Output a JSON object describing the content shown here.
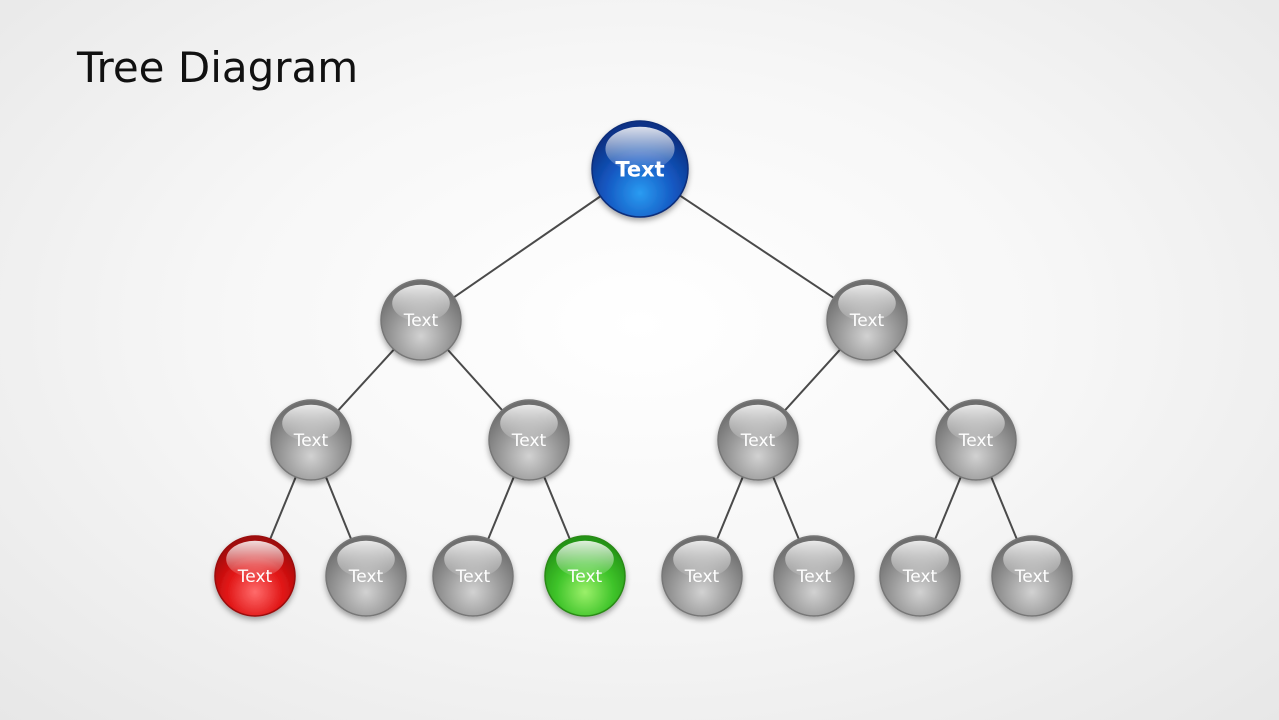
{
  "title": "Tree Diagram",
  "colors": {
    "root": "#1f5fc4",
    "default_node": "#8f8f8f",
    "highlight_red": "#e01414",
    "highlight_green": "#3fc42a",
    "connector": "#4a4a4a"
  },
  "tree": {
    "root": {
      "label": "Text",
      "color": "blue"
    },
    "level1": [
      {
        "label": "Text",
        "color": "gray"
      },
      {
        "label": "Text",
        "color": "gray"
      }
    ],
    "level2": [
      {
        "label": "Text",
        "color": "gray"
      },
      {
        "label": "Text",
        "color": "gray"
      },
      {
        "label": "Text",
        "color": "gray"
      },
      {
        "label": "Text",
        "color": "gray"
      }
    ],
    "level3": [
      {
        "label": "Text",
        "color": "red"
      },
      {
        "label": "Text",
        "color": "gray"
      },
      {
        "label": "Text",
        "color": "gray"
      },
      {
        "label": "Text",
        "color": "green"
      },
      {
        "label": "Text",
        "color": "gray"
      },
      {
        "label": "Text",
        "color": "gray"
      },
      {
        "label": "Text",
        "color": "gray"
      },
      {
        "label": "Text",
        "color": "gray"
      }
    ]
  }
}
